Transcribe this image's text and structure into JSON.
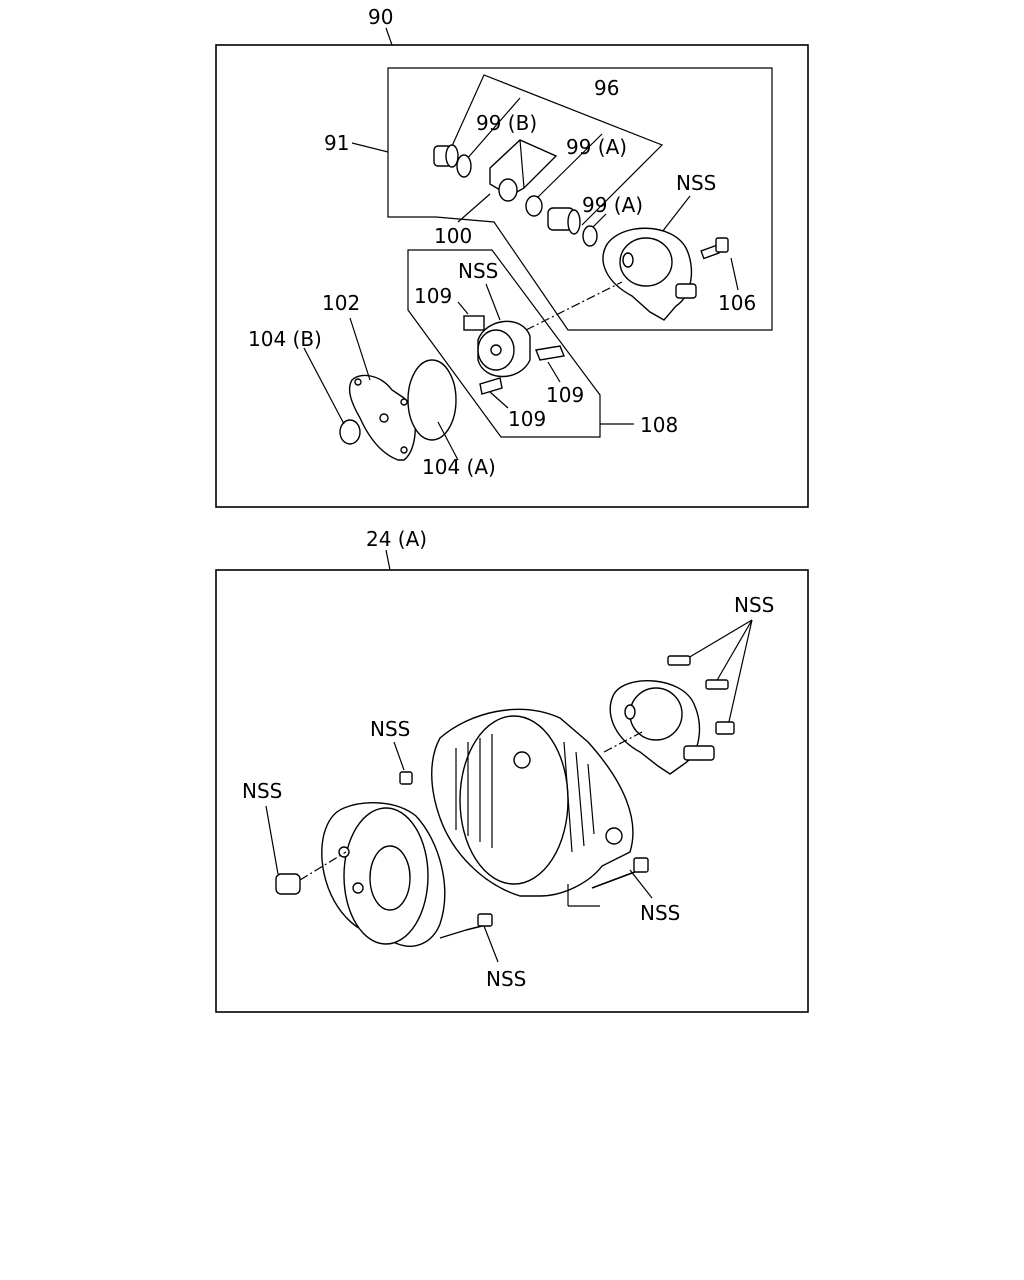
{
  "top_panel": {
    "labels": {
      "l90": "90",
      "l96": "96",
      "l91": "91",
      "l99b": "99 (B)",
      "l99a_1": "99 (A)",
      "l99a_2": "99 (A)",
      "lnss_1": "NSS",
      "l100": "100",
      "lnss_2": "NSS",
      "l109_1": "109",
      "l102": "102",
      "l104b": "104 (B)",
      "l106": "106",
      "l109_2": "109",
      "l109_3": "109",
      "l108": "108",
      "l104a": "104 (A)"
    }
  },
  "bottom_panel": {
    "labels": {
      "l24a": "24 (A)",
      "lnss_a": "NSS",
      "lnss_b": "NSS",
      "lnss_c": "NSS",
      "lnss_d": "NSS",
      "lnss_e": "NSS"
    }
  }
}
